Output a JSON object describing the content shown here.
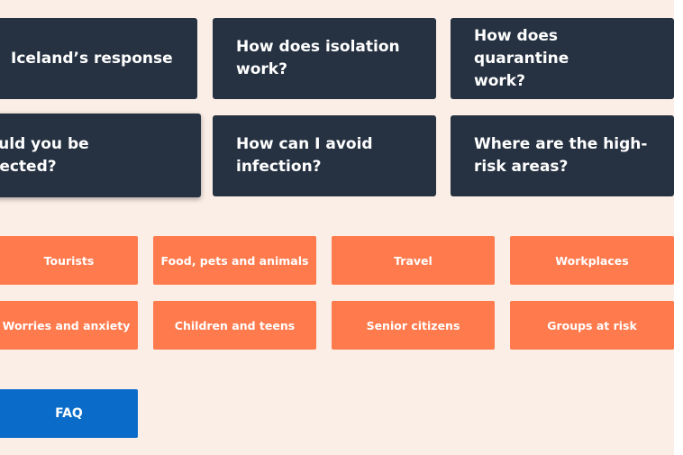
{
  "question_cards": [
    {
      "label": "Iceland’s response"
    },
    {
      "label": "How does isolation\nwork?"
    },
    {
      "label": "How does quarantine\nwork?"
    },
    {
      "label": "Could you be\ninfected?"
    },
    {
      "label": "How can I avoid\ninfection?"
    },
    {
      "label": "Where are the high-\nrisk areas?"
    }
  ],
  "topic_buttons": [
    {
      "label": "Tourists"
    },
    {
      "label": "Food, pets and animals"
    },
    {
      "label": "Travel"
    },
    {
      "label": "Workplaces"
    },
    {
      "label": "Worries and anxiety"
    },
    {
      "label": "Children and teens"
    },
    {
      "label": "Senior citizens"
    },
    {
      "label": "Groups at risk"
    }
  ],
  "faq_button": {
    "label": "FAQ"
  },
  "colors": {
    "background": "#fbeee6",
    "card": "#263242",
    "topic": "#ff7a4d",
    "faq": "#0a6bc9"
  }
}
